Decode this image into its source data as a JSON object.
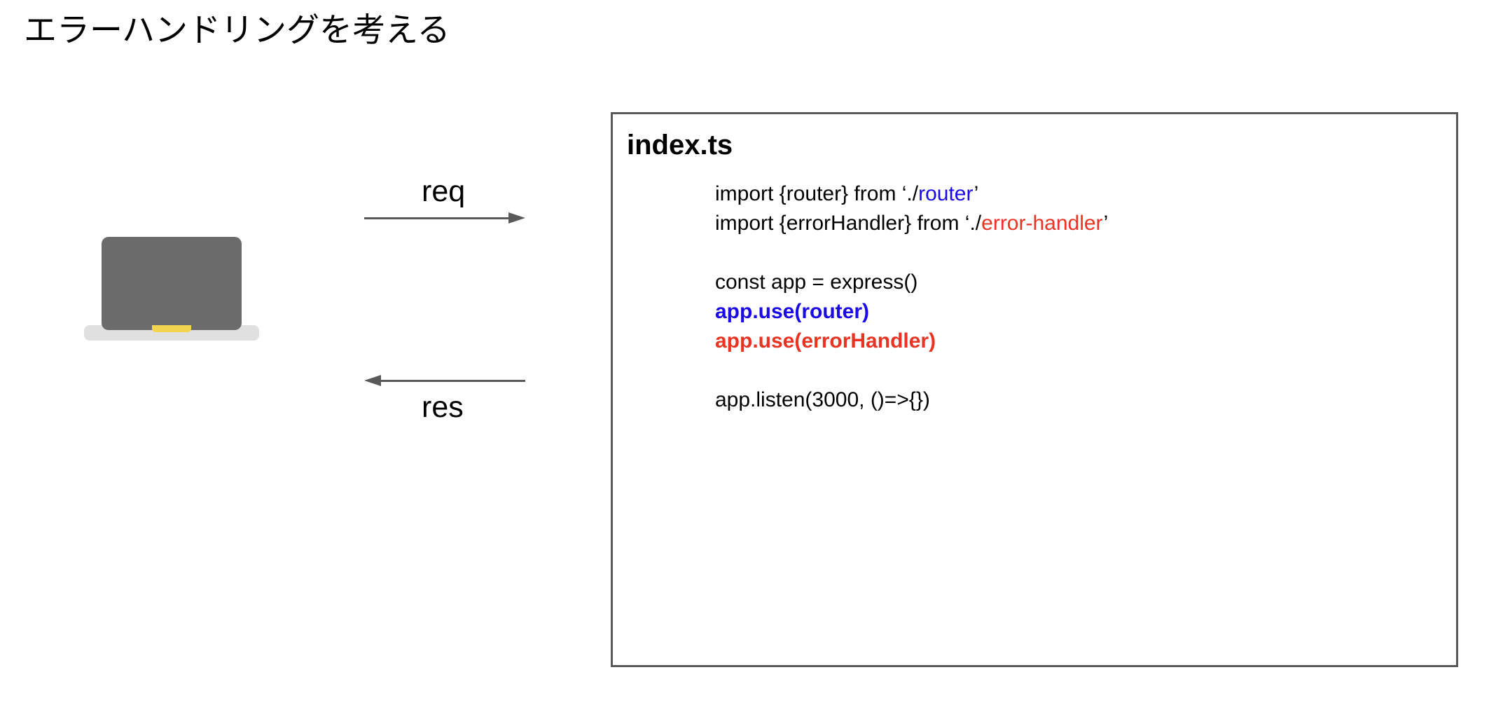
{
  "slide": {
    "title": "エラーハンドリングを考える"
  },
  "diagram": {
    "client": {
      "name": "laptop-illustration",
      "screen_color_light": "#f7d94e",
      "screen_color_dark": "#d9bb2e",
      "bezel_color": "#6b6b6b",
      "base_color": "#e0e0e0"
    },
    "arrows": [
      {
        "id": "req",
        "label": "req",
        "direction": "right",
        "color": "#595959"
      },
      {
        "id": "res",
        "label": "res",
        "direction": "left",
        "color": "#595959"
      }
    ]
  },
  "code_card": {
    "filename": "index.ts",
    "border_color": "#595959",
    "accent_blue": "#1a0ae8",
    "accent_red": "#ea3323",
    "lines": [
      {
        "type": "mixed",
        "parts": [
          {
            "text": "import {router} from ‘./",
            "color": "black"
          },
          {
            "text": "router",
            "color": "blue"
          },
          {
            "text": "’",
            "color": "black"
          }
        ]
      },
      {
        "type": "mixed",
        "parts": [
          {
            "text": "import {errorHandler} from ‘./",
            "color": "black"
          },
          {
            "text": "error-handler",
            "color": "red"
          },
          {
            "text": "’",
            "color": "black"
          }
        ]
      },
      {
        "type": "blank",
        "text": ""
      },
      {
        "type": "plain",
        "text": "const app = express()",
        "color": "black"
      },
      {
        "type": "bold",
        "text": "app.use(router)",
        "color": "blue"
      },
      {
        "type": "bold",
        "text": "app.use(errorHandler)",
        "color": "red"
      },
      {
        "type": "blank",
        "text": ""
      },
      {
        "type": "plain",
        "text": "app.listen(3000, ()=>{})",
        "color": "black"
      }
    ]
  }
}
